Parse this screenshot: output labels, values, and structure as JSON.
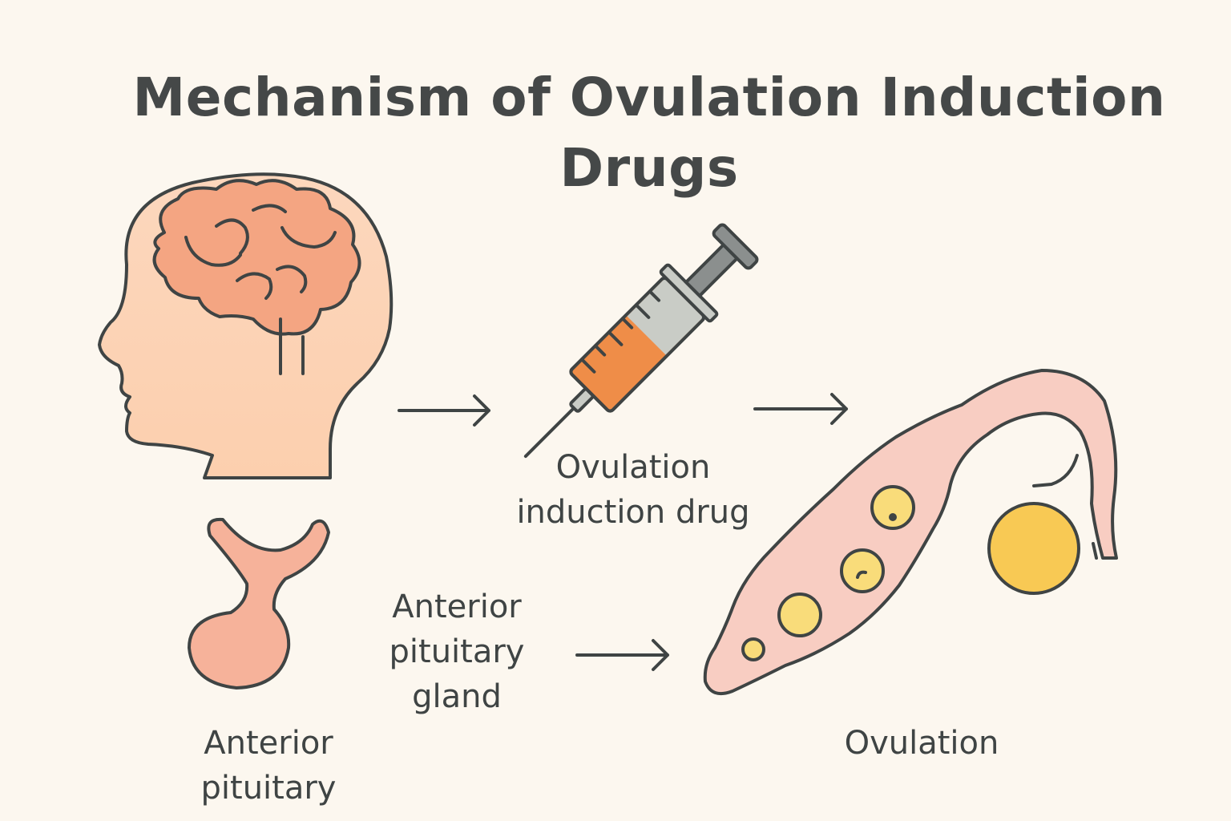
{
  "title": "Mechanism of Ovulation Induction Drugs",
  "labels": {
    "drug_line1": "Ovulation",
    "drug_line2": "induction drug",
    "gland_line1": "Anterior",
    "gland_line2": "pituitary",
    "gland_line3": "gland",
    "anterior_line1": "Anterior",
    "anterior_line2": "pituitary",
    "ovulation": "Ovulation"
  },
  "icons": {
    "head": "head-with-brain-icon",
    "syringe": "syringe-icon",
    "pituitary": "pituitary-gland-icon",
    "ovary": "ovary-and-fallopian-tube-icon"
  },
  "colors": {
    "background": "#fcf7ef",
    "outline": "#3f4444",
    "skin": "#fbd2b2",
    "brain": "#f4a582",
    "gland": "#f6b29a",
    "ovary_pink": "#f8cdc2",
    "follicle_yellow": "#f9dc7a",
    "egg_yellow": "#f8c954",
    "drug_orange": "#ef8d48",
    "syringe_gray": "#c9ccc6"
  }
}
